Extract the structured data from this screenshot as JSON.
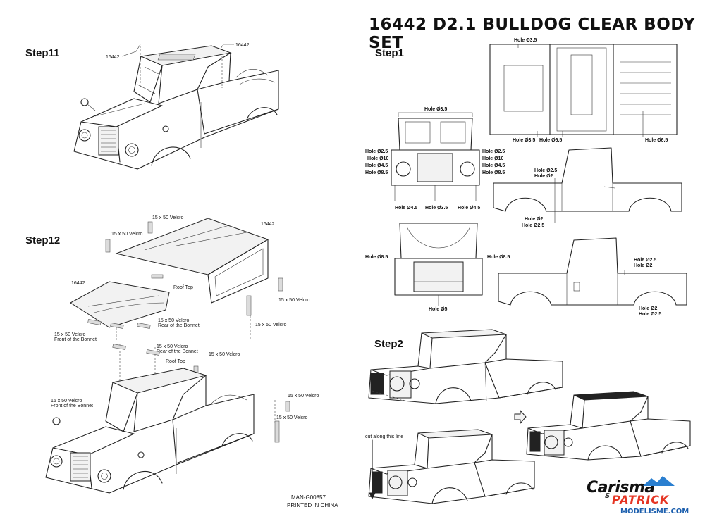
{
  "title": "16442 D2.1 BULLDOG CLEAR BODY SET",
  "footer": {
    "manual_code": "MAN-G00857",
    "printed": "PRINTED IN CHINA"
  },
  "step11": {
    "label": "Step11",
    "part_left": "16442",
    "part_right": "16442"
  },
  "step12": {
    "label": "Step12",
    "velcro_top": "15 x 50 Velcro",
    "velcro_left": "15 x 50 Velcro",
    "part_roof": "16442",
    "part_bonnet": "16442",
    "roof_top": "Roof Top",
    "velcro_rear_bonnet_1": "15 x 50 Velcro",
    "rear_of_bonnet": "Rear of the Bonnet",
    "velcro_front_bonnet_1": "15 x 50 Velcro",
    "front_of_bonnet": "Front of the Bonnet",
    "velcro_right_1": "15 x 50 Velcro",
    "velcro_right_2": "15 x 50 Velcro",
    "velcro_rear_bonnet_2": "15 x 50 Velcro",
    "rear_of_bonnet_2": "Rear of the Bonnet",
    "roof_top_2": "Roof Top",
    "velcro_right_3": "15 x 50 Velcro",
    "velcro_front_bonnet_2": "15 x 50 Velcro",
    "front_of_bonnet_2": "Front of the Bonnet",
    "velcro_right_4": "15 x 50 Velcro",
    "velcro_right_5": "15 x 50 Velcro"
  },
  "step1": {
    "label": "Step1",
    "top_view": {
      "hole_a": "Hole Ø3.5",
      "hole_b": "Hole Ø3.5",
      "hole_c": "Hole Ø6.5",
      "hole_d": "Hole Ø6.5"
    },
    "front_view": {
      "top": "Hole Ø3.5",
      "l1": "Hole Ø2.5",
      "l2": "Hole Ø10",
      "l3": "Hole Ø4.5",
      "l4": "Hole Ø8.5",
      "r1": "Hole Ø2.5",
      "r2": "Hole Ø10",
      "r3": "Hole Ø4.5",
      "r4": "Hole Ø8.5",
      "b1": "Hole Ø4.5",
      "b2": "Hole Ø3.5",
      "b3": "Hole Ø4.5"
    },
    "side_view_1": {
      "a": "Hole Ø2.5",
      "b": "Hole Ø2",
      "c": "Hole Ø2",
      "d": "Hole Ø2.5"
    },
    "rear_view": {
      "left": "Hole Ø8.5",
      "right": "Hole Ø8.5",
      "bottom": "Hole Ø5"
    },
    "side_view_2": {
      "a": "Hole Ø2.5",
      "b": "Hole Ø2",
      "c": "Hole Ø2",
      "d": "Hole Ø2.5"
    }
  },
  "step2": {
    "label": "Step2",
    "cut_line": "cut along this line"
  },
  "logo": {
    "brand": "Carisma",
    "sub": "S",
    "partner": "PATRICK",
    "partner_site": "MODELISME.COM"
  }
}
